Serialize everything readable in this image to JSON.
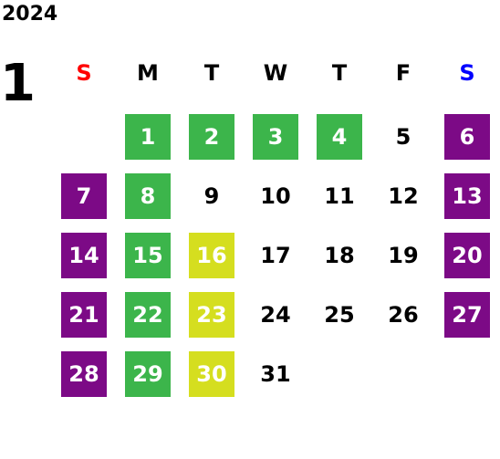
{
  "calendar": {
    "year": "2024",
    "month": "1",
    "weekdays": [
      {
        "label": "S",
        "color": "#ff0000"
      },
      {
        "label": "M",
        "color": "#000000"
      },
      {
        "label": "T",
        "color": "#000000"
      },
      {
        "label": "W",
        "color": "#000000"
      },
      {
        "label": "T",
        "color": "#000000"
      },
      {
        "label": "F",
        "color": "#000000"
      },
      {
        "label": "S",
        "color": "#0000ff"
      }
    ],
    "highlight_colors": {
      "green": "#3cb54b",
      "purple": "#7c0a86",
      "yellow": "#d5de1f"
    },
    "weeks": [
      [
        null,
        {
          "day": "1",
          "style": "green"
        },
        {
          "day": "2",
          "style": "green"
        },
        {
          "day": "3",
          "style": "green"
        },
        {
          "day": "4",
          "style": "green"
        },
        {
          "day": "5",
          "style": "none"
        },
        {
          "day": "6",
          "style": "purple"
        }
      ],
      [
        {
          "day": "7",
          "style": "purple"
        },
        {
          "day": "8",
          "style": "green"
        },
        {
          "day": "9",
          "style": "none"
        },
        {
          "day": "10",
          "style": "none"
        },
        {
          "day": "11",
          "style": "none"
        },
        {
          "day": "12",
          "style": "none"
        },
        {
          "day": "13",
          "style": "purple"
        }
      ],
      [
        {
          "day": "14",
          "style": "purple"
        },
        {
          "day": "15",
          "style": "green"
        },
        {
          "day": "16",
          "style": "yellow"
        },
        {
          "day": "17",
          "style": "none"
        },
        {
          "day": "18",
          "style": "none"
        },
        {
          "day": "19",
          "style": "none"
        },
        {
          "day": "20",
          "style": "purple"
        }
      ],
      [
        {
          "day": "21",
          "style": "purple"
        },
        {
          "day": "22",
          "style": "green"
        },
        {
          "day": "23",
          "style": "yellow"
        },
        {
          "day": "24",
          "style": "none"
        },
        {
          "day": "25",
          "style": "none"
        },
        {
          "day": "26",
          "style": "none"
        },
        {
          "day": "27",
          "style": "purple"
        }
      ],
      [
        {
          "day": "28",
          "style": "purple"
        },
        {
          "day": "29",
          "style": "green"
        },
        {
          "day": "30",
          "style": "yellow"
        },
        {
          "day": "31",
          "style": "none"
        },
        null,
        null,
        null
      ]
    ]
  }
}
